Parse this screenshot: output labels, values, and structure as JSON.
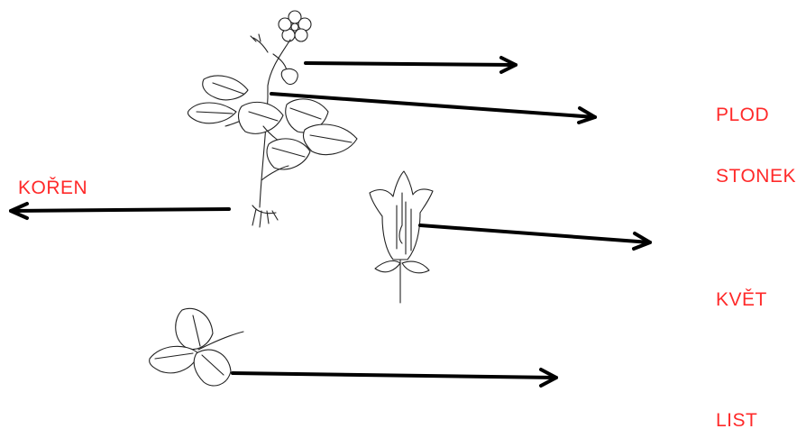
{
  "labels": {
    "koren": "KOŘEN",
    "plod": "PLOD",
    "stonek": "STONEK",
    "kvet": "KVĚT",
    "list": "LIST"
  },
  "colors": {
    "label": "#ff2a2a",
    "arrow": "#000000",
    "ink": "#222222",
    "background": "#ffffff"
  }
}
